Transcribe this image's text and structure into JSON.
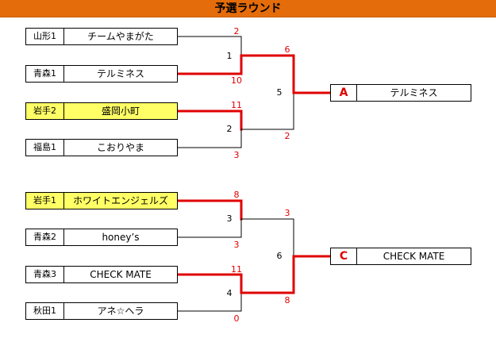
{
  "title": "予選ラウンド",
  "colors": {
    "header": "#e46c0a",
    "highlight": "#ffff66",
    "winner_line": "#e00000",
    "score_text": "#e00000"
  },
  "teams": [
    {
      "pref": "山形1",
      "name": "チームやまがた"
    },
    {
      "pref": "青森1",
      "name": "テルミネス"
    },
    {
      "pref": "岩手2",
      "name": "盛岡小町"
    },
    {
      "pref": "福島1",
      "name": "こおりやま"
    },
    {
      "pref": "岩手1",
      "name": "ホワイトエンジェルズ"
    },
    {
      "pref": "青森2",
      "name": "honey’s"
    },
    {
      "pref": "青森3",
      "name": "CHECK MATE"
    },
    {
      "pref": "秋田1",
      "name": "アネ☆ヘラ"
    }
  ],
  "matches": [
    {
      "no": "1",
      "score_top": "2",
      "score_bottom": "10"
    },
    {
      "no": "2",
      "score_top": "11",
      "score_bottom": "3"
    },
    {
      "no": "3",
      "score_top": "8",
      "score_bottom": "3"
    },
    {
      "no": "4",
      "score_top": "11",
      "score_bottom": "0"
    },
    {
      "no": "5",
      "score_top": "6",
      "score_bottom": "2"
    },
    {
      "no": "6",
      "score_top": "3",
      "score_bottom": "8"
    }
  ],
  "finals": [
    {
      "letter": "A",
      "name": "テルミネス"
    },
    {
      "letter": "C",
      "name": "CHECK MATE"
    }
  ]
}
